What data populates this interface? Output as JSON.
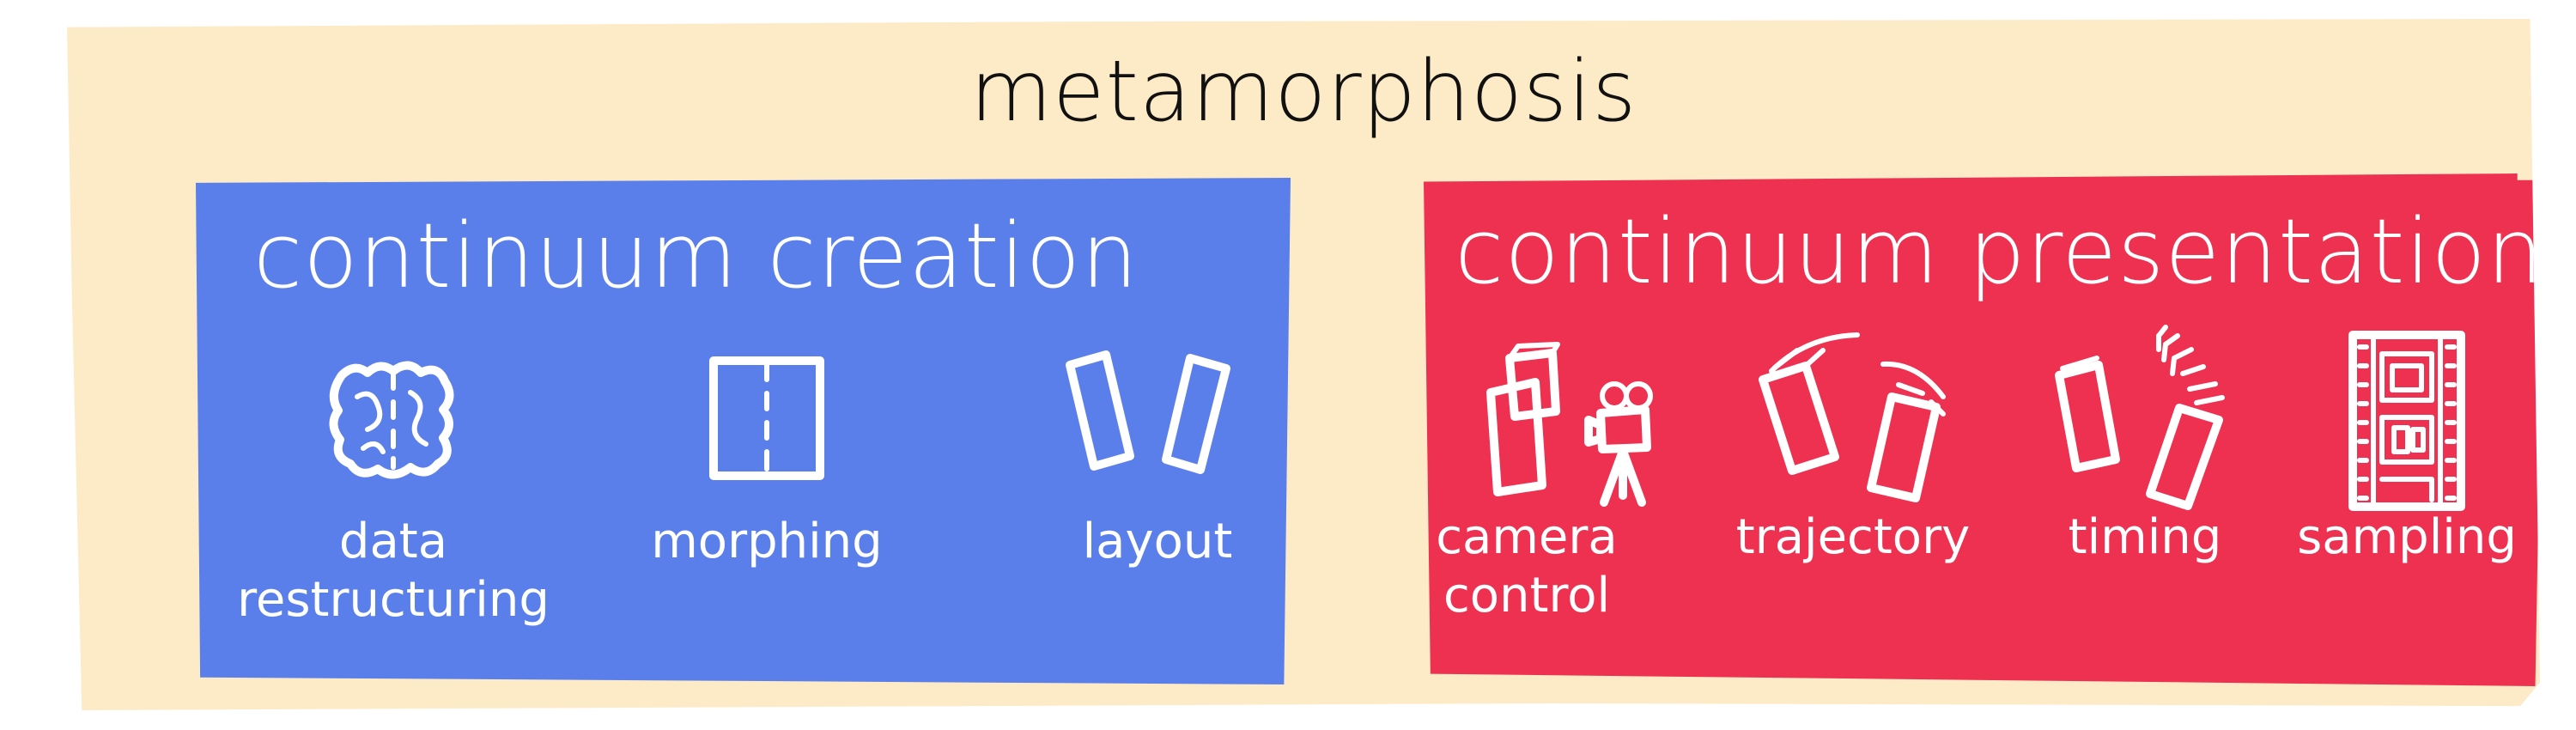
{
  "title": "metamorphosis",
  "colors": {
    "background": "#fdebc7",
    "creation_panel": "#5a7fea",
    "presentation_panel": "#ee3150",
    "text_dark": "#111111",
    "text_light": "#ffffff"
  },
  "creation": {
    "title": "continuum creation",
    "items": [
      {
        "label": "data restructuring",
        "icon": "data-restructuring-icon"
      },
      {
        "label": "morphing",
        "icon": "morphing-icon"
      },
      {
        "label": "layout",
        "icon": "layout-icon"
      }
    ]
  },
  "presentation": {
    "title": "continuum presentation",
    "items": [
      {
        "label": "camera control",
        "icon": "camera-control-icon"
      },
      {
        "label": "trajectory",
        "icon": "trajectory-icon"
      },
      {
        "label": "timing",
        "icon": "timing-icon"
      },
      {
        "label": "sampling",
        "icon": "sampling-icon"
      }
    ]
  }
}
